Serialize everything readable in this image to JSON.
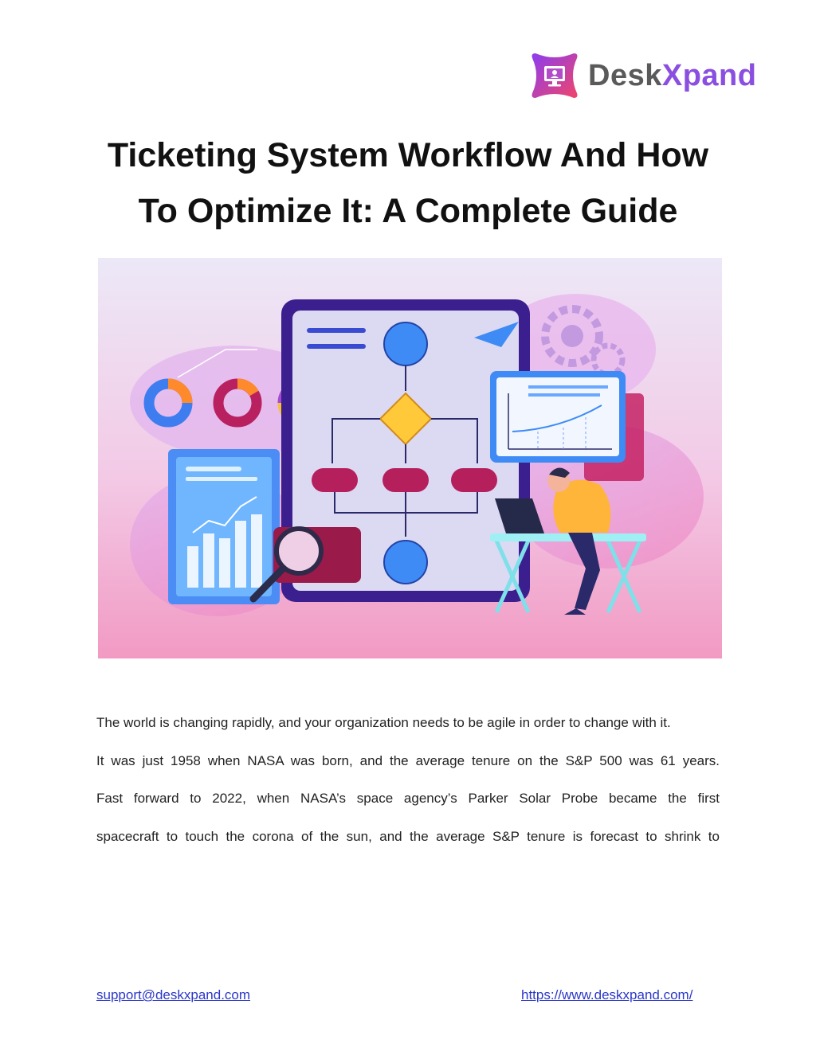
{
  "brand": {
    "name_part1": "Desk",
    "name_part2": "Xpand",
    "logo_icon": "monitor-user-icon",
    "colors": {
      "mark_start": "#8b3df0",
      "mark_end": "#f0456a",
      "text_gray": "#5a5a5a",
      "text_purple": "#8a4fe0"
    }
  },
  "article": {
    "title_line1": "Ticketing System Workflow And How",
    "title_line2": "To Optimize It: A Complete Guide",
    "hero_image": "workflow-illustration",
    "paragraph_lines": [
      "The world is changing rapidly, and your organization needs to be agile in order to change with it.",
      "It was just 1958 when NASA was born, and the average tenure on the S&P 500 was 61 years.",
      "Fast forward to 2022, when NASA’s space agency’s Parker Solar Probe became the first",
      "spacecraft to touch the corona of the sun, and the average S&P tenure is forecast to shrink to"
    ]
  },
  "footer": {
    "email": "support@deskxpand.com",
    "website": "https://www.deskxpand.com/"
  },
  "colors": {
    "link": "#2b37c9"
  }
}
